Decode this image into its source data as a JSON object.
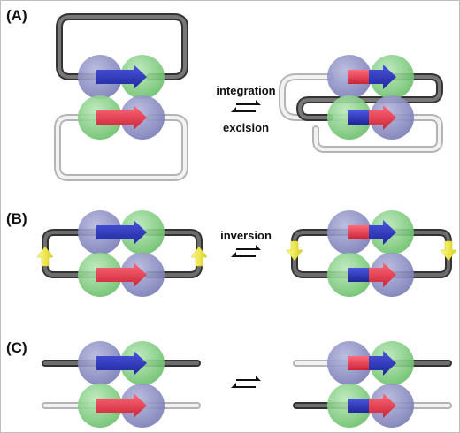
{
  "panels": {
    "a": {
      "label": "(A)",
      "reaction_forward": "integration",
      "reaction_reverse": "excision"
    },
    "b": {
      "label": "(B)",
      "reaction": "inversion"
    },
    "c": {
      "label": "(C)"
    }
  },
  "colors": {
    "dna_dark": "#5a5a5a",
    "dna_light": "#e6e6e6",
    "recombinase_green": "#8fd18f",
    "recombinase_purple": "#8c8fc4",
    "arrow_blue": "#2c36c0",
    "arrow_red": "#e23a4c",
    "marker_yellow": "#f0ea3a"
  }
}
